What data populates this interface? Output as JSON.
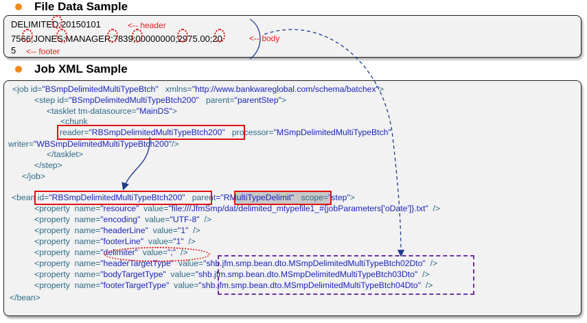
{
  "file_section": {
    "title": "File Data Sample",
    "lines": [
      "DELIMITED;20150101",
      "7566;JONES;MANAGER;7839;00000000;2975.00;20",
      "5"
    ],
    "header_label": "<-- header",
    "body_label": "<-- body",
    "footer_label": "<-- footer"
  },
  "job_section": {
    "title": "Job XML Sample",
    "job_open": {
      "t1": "<job ",
      "a1": "id=",
      "v1": "\"BSmpDelimitedMultiTypeBtch\"",
      "a2": "xmlns=",
      "v2": "\"http://www.bankwareglobal.com/schema/batchex\"",
      "t2": ">"
    },
    "step_open": {
      "t1": "<step ",
      "a1": "id=",
      "v1": "\"BSmpDelimitedMultiTypeBtch200\"",
      "a2": "parent=",
      "v2": "\"parentStep\"",
      "t2": ">"
    },
    "tasklet_open": {
      "t1": "<tasklet ",
      "a1": "tm-datasource=",
      "v1": "\"MainDS\"",
      "t2": ">"
    },
    "chunk_open": "<chunk",
    "chunk_reader": {
      "a1": "reader=",
      "v1": "\"RBSmpDelimitedMultiTypeBtch200\"",
      "a2": "processor=",
      "v2": "\"MSmpDelimitedMultiTypeBtch\""
    },
    "chunk_writer": {
      "a1": "writer=",
      "v1": "\"WBSmpDelimitedMultiTypeBtch200\"",
      "t2": "/>"
    },
    "tasklet_close": "</tasklet>",
    "step_close": "</step>",
    "job_close": "</job>",
    "bean_open": {
      "t1": "<bean ",
      "a1": "id=",
      "v1": "\"RBSmpDelimitedMultiTypeBtch200\"",
      "a2": "parent",
      "v2": "=\"RMultiTypeDelimit\"",
      "a3": "scope=",
      "v3": "\"step\"",
      "t2": ">"
    },
    "properties": [
      {
        "name_attr": "name=",
        "name": "\"resource\"",
        "val_attr": "value=",
        "value": "\"file:///JfmSmp/dat/delimited_mtypefile1_#{jobParameters['oDate']}.txt\""
      },
      {
        "name_attr": "name=",
        "name": "\"encoding\"",
        "val_attr": "value=",
        "value": "\"UTF-8\""
      },
      {
        "name_attr": "name=",
        "name": "\"headerLine\"",
        "val_attr": "value=",
        "value": "\"1\""
      },
      {
        "name_attr": "name=",
        "name": "\"footerLine\"",
        "val_attr": "value=",
        "value": "\"1\""
      },
      {
        "name_attr": "name=",
        "name": "\"delimiter\"",
        "val_attr": "value=",
        "value": "\";\""
      },
      {
        "name_attr": "name=",
        "name": "\"headerTargetType\"",
        "val_attr": "value=",
        "value": "\"shb.jfm.smp.bean.dto.MSmpDelimitedMultiTypeBtch02Dto\""
      },
      {
        "name_attr": "name=",
        "name": "\"bodyTargetType\"",
        "val_attr": "value=",
        "value": "\"shb.jfm.smp.bean.dto.MSmpDelimitedMultiTypeBtch03Dto\""
      },
      {
        "name_attr": "name=",
        "name": "\"footerTargetType\"",
        "val_attr": "value=",
        "value": "\"shb.jfm.smp.bean.dto.MSmpDelimitedMultiTypeBtch04Dto\""
      }
    ],
    "property_tag": "<property",
    "property_end": "/>",
    "bean_close": "</bean>"
  },
  "colors": {
    "bullet": "#f08a1c",
    "annotation_red": "#e01010",
    "arrow_blue": "#1f3b8a",
    "dash_purple": "#7030a0",
    "xml_tag": "#2c6a86",
    "xml_value": "#1a24b8"
  }
}
